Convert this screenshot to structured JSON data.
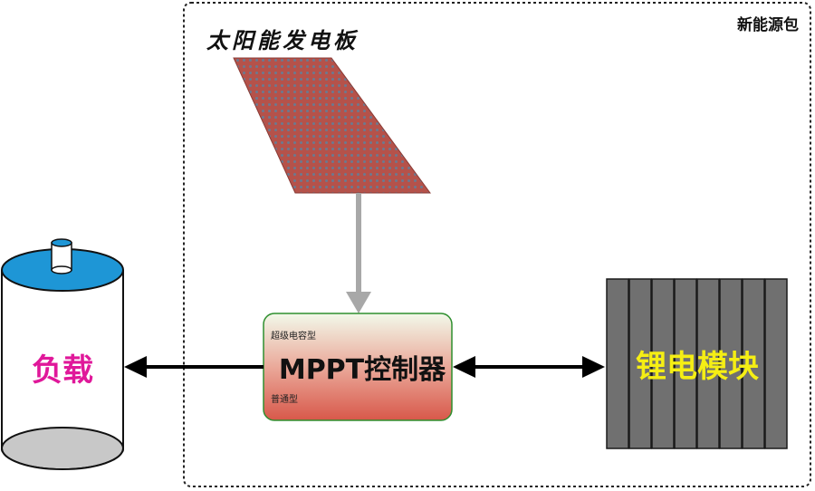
{
  "package": {
    "label": "新能源包"
  },
  "solar_panel": {
    "label": "太阳能发电板"
  },
  "controller": {
    "label": "MPPT控制器",
    "top_note": "超级电容型",
    "bottom_note": "普通型"
  },
  "load": {
    "label": "负载"
  },
  "battery": {
    "label": "锂电模块",
    "cell_count": 8
  },
  "colors": {
    "panel_fill": "#b5524a",
    "panel_dots": "#6b7a90",
    "controller_top": "#f2f9ea",
    "controller_bottom": "#d8584a",
    "controller_border": "#2f8f2f",
    "cell_fill": "#707070",
    "load_top": "#1e96d6",
    "load_bottom": "#c8c8c8",
    "load_text": "#e0189a",
    "battery_text": "#f5ee14",
    "connector_gray": "#a8a8a8",
    "connector_black": "#000000"
  }
}
